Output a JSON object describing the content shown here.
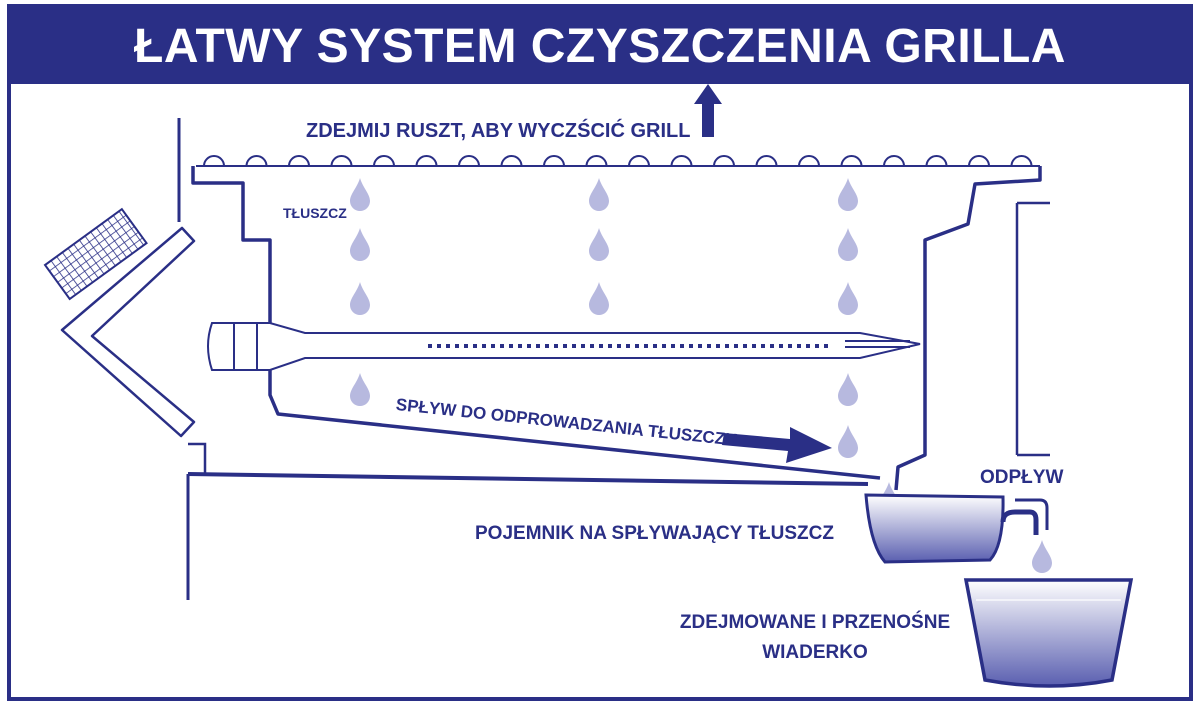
{
  "title": "ŁATWY SYSTEM CZYSZCZENIA GRILLA",
  "labels": {
    "remove_grate": "ZDEJMIJ RUSZT, ABY WYCZŚCIĆ GRILL",
    "fat": "TŁUSZCZ",
    "drain_path": "SPŁYW DO ODPROWADZANIA TŁUSZCZU",
    "outlet": "ODPŁYW",
    "drip_tray": "POJEMNIK NA SPŁYWAJĄCY TŁUSZCZ",
    "bucket": "ZDEJMOWANE I PRZENOŚNE WIADERKO"
  },
  "colors": {
    "primary": "#2a2f86",
    "drop": "#b7b9df",
    "background": "#ffffff"
  }
}
